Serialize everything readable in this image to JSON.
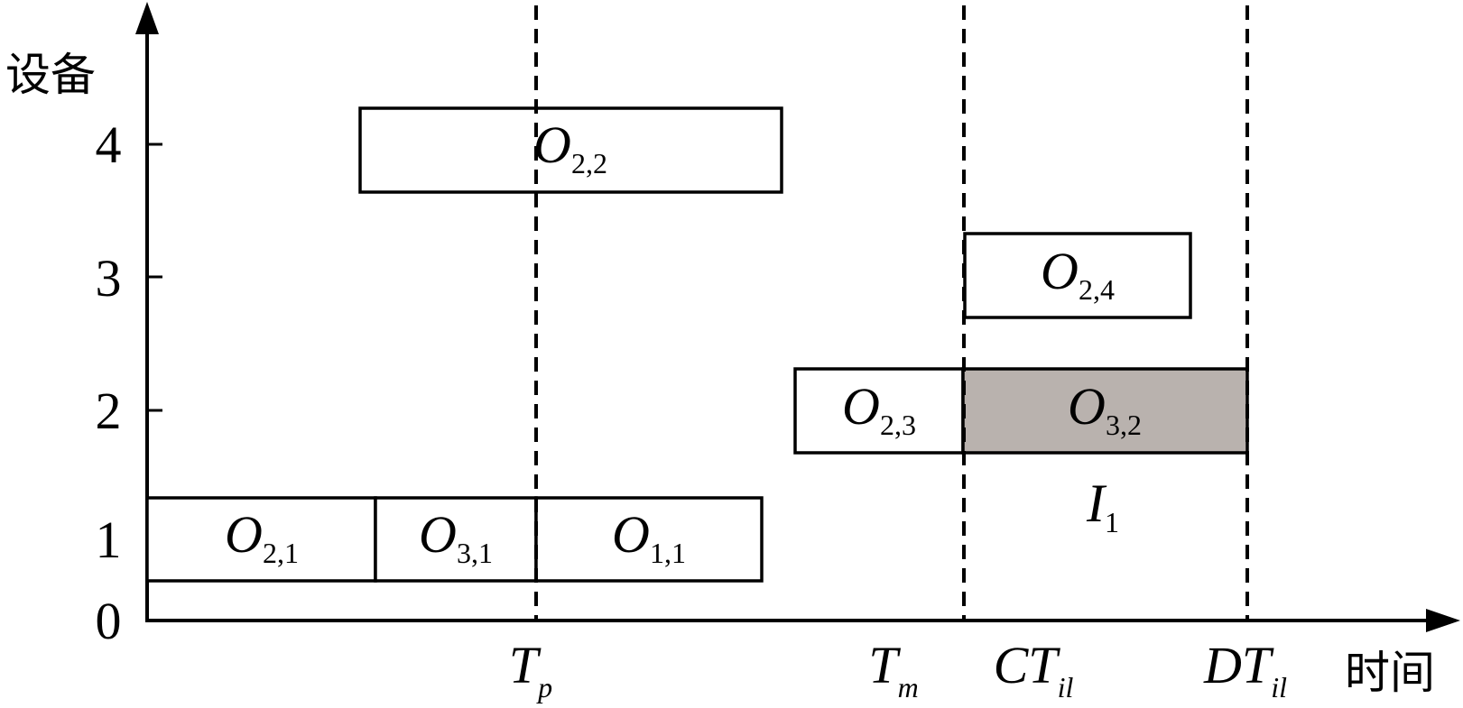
{
  "axes": {
    "y_label": "设备",
    "x_label": "时间",
    "y_ticks": [
      "0",
      "1",
      "2",
      "3",
      "4"
    ]
  },
  "time_markers": [
    {
      "main": "T",
      "sub": "p",
      "dashed": true
    },
    {
      "main": "T",
      "sub": "m",
      "dashed": false
    },
    {
      "main": "CT",
      "sub": "il",
      "dashed": true
    },
    {
      "main": "DT",
      "sub": "il",
      "dashed": true
    }
  ],
  "operations": [
    {
      "id": "O21",
      "main": "O",
      "sub": "2,1",
      "machine": 1,
      "shaded": false
    },
    {
      "id": "O31",
      "main": "O",
      "sub": "3,1",
      "machine": 1,
      "shaded": false
    },
    {
      "id": "O11",
      "main": "O",
      "sub": "1,1",
      "machine": 1,
      "shaded": false
    },
    {
      "id": "O22",
      "main": "O",
      "sub": "2,2",
      "machine": 4,
      "shaded": false
    },
    {
      "id": "O23",
      "main": "O",
      "sub": "2,3",
      "machine": 2,
      "shaded": false
    },
    {
      "id": "O32",
      "main": "O",
      "sub": "3,2",
      "machine": 2,
      "shaded": true
    },
    {
      "id": "O24",
      "main": "O",
      "sub": "2,4",
      "machine": 3,
      "shaded": false
    }
  ],
  "annotation": {
    "main": "I",
    "sub": "1"
  },
  "colors": {
    "box_fill": "#ffffff",
    "shaded_fill": "#b9b2ae",
    "line": "#000000"
  }
}
